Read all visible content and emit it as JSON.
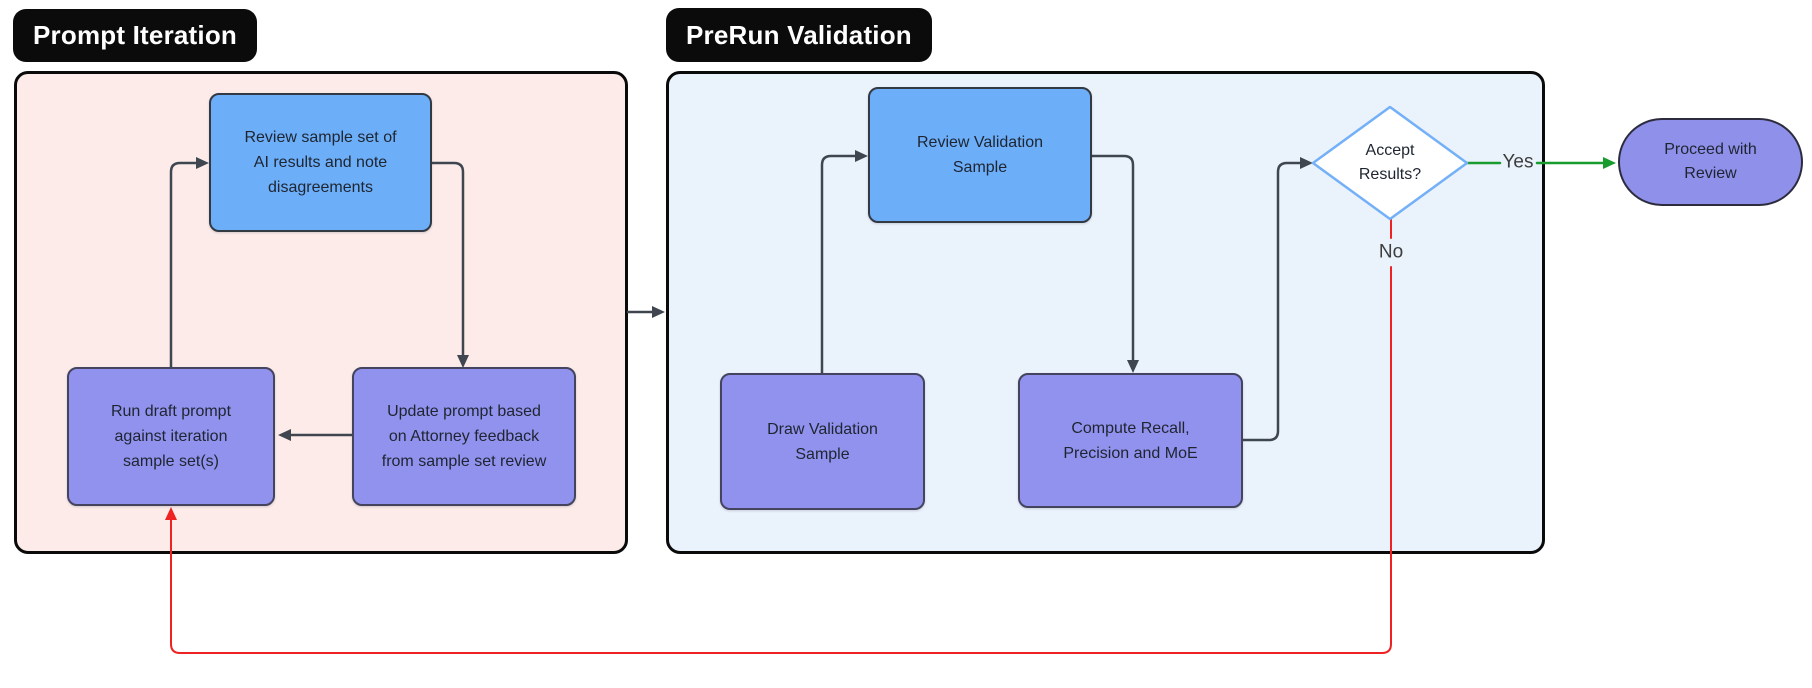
{
  "diagram": {
    "groups": [
      {
        "id": "prompt-iteration",
        "label": "Prompt Iteration"
      },
      {
        "id": "prerun-validation",
        "label": "PreRun Validation"
      }
    ],
    "nodes": {
      "review_sample_set": {
        "type": "process",
        "text": "Review sample set of\nAI results and note\ndisagreements"
      },
      "run_draft_prompt": {
        "type": "process",
        "text": "Run draft prompt\nagainst iteration\nsample set(s)"
      },
      "update_prompt": {
        "type": "process",
        "text": "Update prompt based\non Attorney feedback\nfrom sample set review"
      },
      "review_validation_sample": {
        "type": "process",
        "text": "Review Validation\nSample"
      },
      "draw_validation_sample": {
        "type": "process",
        "text": "Draw Validation\nSample"
      },
      "compute_metrics": {
        "type": "process",
        "text": "Compute Recall,\nPrecision and MoE"
      },
      "accept_results": {
        "type": "decision",
        "text": "Accept\nResults?"
      },
      "proceed_with_review": {
        "type": "terminal",
        "text": "Proceed with\nReview"
      }
    },
    "edge_labels": {
      "yes": "Yes",
      "no": "No"
    },
    "colors": {
      "process_blue": "#6daef9",
      "process_purple": "#9192ee",
      "group_pink_bg": "#fcebe9",
      "group_blue_bg": "#eaf2fc",
      "group_border": "#0a0a0a",
      "edge_dark": "#3f4650",
      "edge_yes_green": "#189c2e",
      "edge_no_red": "#ee2222",
      "diamond_border_blue": "#73b0f7",
      "label_pill_bg": "#0b0b0b"
    }
  }
}
